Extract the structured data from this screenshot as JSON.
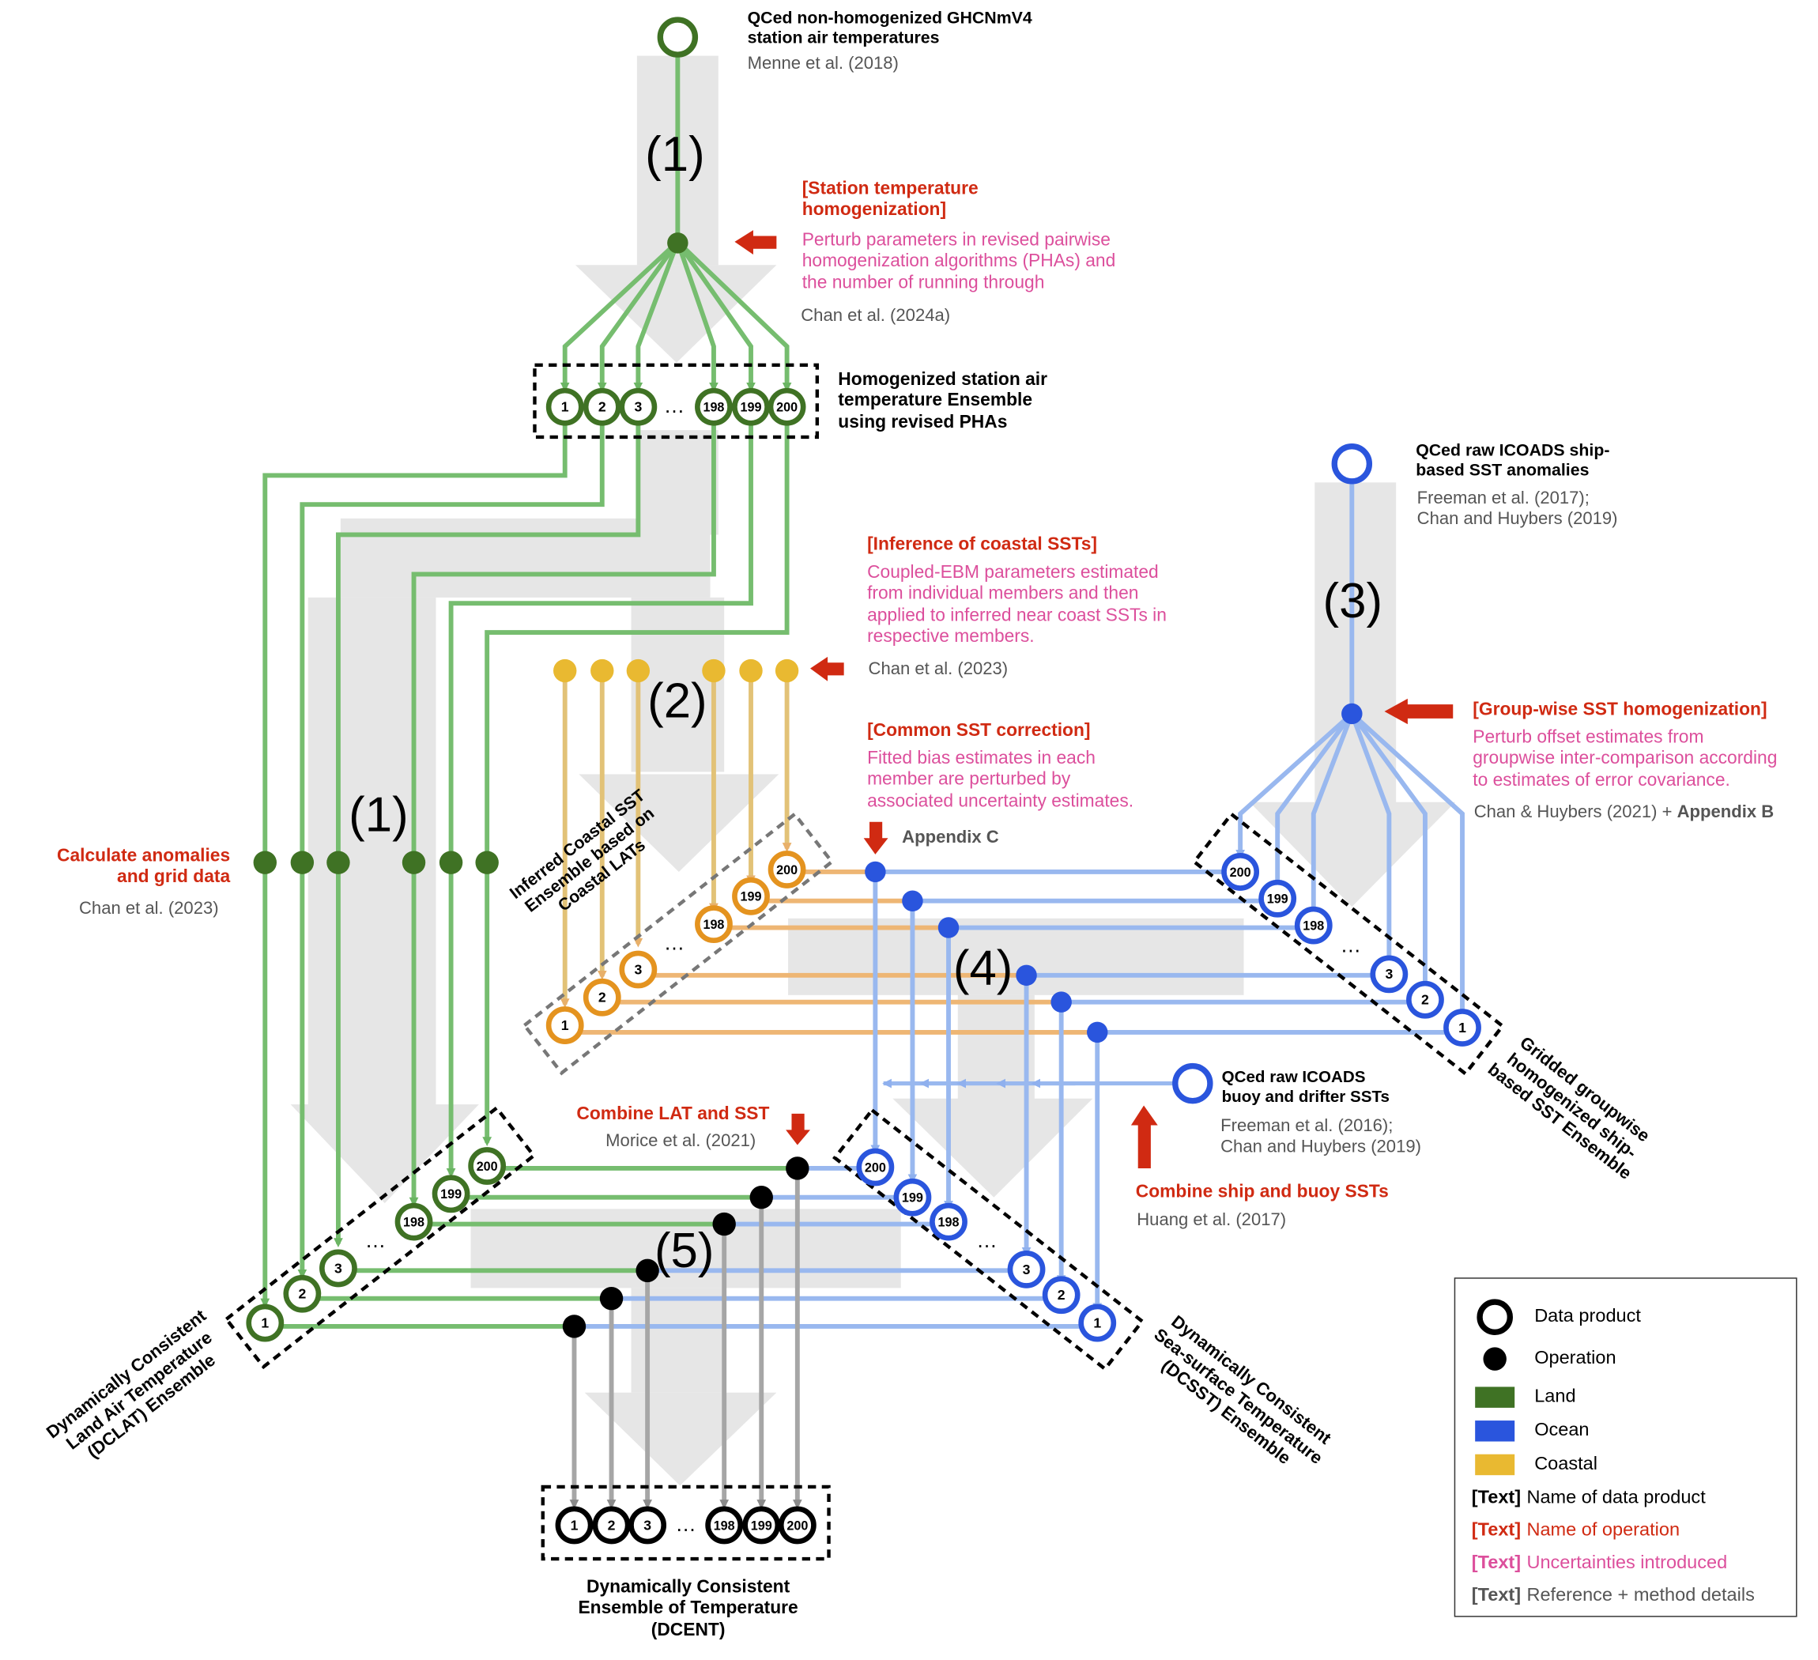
{
  "steps": [
    "(1)",
    "(2)",
    "(3)",
    "(4)",
    "(1)",
    "(5)"
  ],
  "inputs": {
    "ghcn": {
      "title_l1": "QCed non-homogenized GHCNmV4",
      "title_l2": "station air temperatures",
      "ref": "Menne et al. (2018)"
    },
    "icoads_ship": {
      "title_l1": "QCed raw ICOADS ship-",
      "title_l2": "based SST anomalies",
      "ref_l1": "Freeman et al. (2017);",
      "ref_l2": "Chan and Huybers (2019)"
    },
    "icoads_buoy": {
      "title_l1": "QCed raw ICOADS",
      "title_l2": "buoy and drifter SSTs",
      "ref_l1": "Freeman et al. (2016);",
      "ref_l2": "Chan and Huybers (2019)"
    }
  },
  "operations": {
    "station_homog": {
      "name_l1": "[Station temperature",
      "name_l2": "homogenization]",
      "unc_l1": "Perturb parameters in revised pairwise",
      "unc_l2": "homogenization algorithms (PHAs) and",
      "unc_l3": "the number of running through",
      "ref": "Chan et al. (2024a)"
    },
    "coastal": {
      "name": "[Inference of coastal SSTs]",
      "unc_l1": "Coupled-EBM parameters estimated",
      "unc_l2": "from individual members and then",
      "unc_l3": "applied to inferred near coast SSTs in",
      "unc_l4": "respective members.",
      "ref": "Chan et al. (2023)"
    },
    "common_sst": {
      "name": "[Common SST correction]",
      "unc_l1": "Fitted bias estimates in each",
      "unc_l2": "member are perturbed by",
      "unc_l3": "associated uncertainty estimates.",
      "ref": "Appendix C"
    },
    "groupwise": {
      "name": "[Group-wise SST homogenization]",
      "unc_l1": "Perturb offset estimates from",
      "unc_l2": "groupwise inter-comparison according",
      "unc_l3": "to estimates of error covariance.",
      "ref_a": "Chan & Huybers (2021) + ",
      "ref_b": "Appendix B"
    },
    "anomalies": {
      "name_l1": "Calculate anomalies",
      "name_l2": "and grid data",
      "ref": "Chan et al. (2023)"
    },
    "combine_lat_sst": {
      "name": "Combine LAT and SST",
      "ref": "Morice et al. (2021)"
    },
    "combine_ship_buoy": {
      "name": "Combine ship and buoy SSTs",
      "ref": "Huang et al. (2017)"
    }
  },
  "products": {
    "homog_station": {
      "l1": "Homogenized station air",
      "l2": "temperature Ensemble",
      "l3": "using revised PHAs"
    },
    "coastal_ens": {
      "l1": "Inferred Coastal SST",
      "l2": "Ensemble based on",
      "l3": "Coastal LATs"
    },
    "gridded_ship": {
      "l1": "Gridded groupwise",
      "l2": "homogenized ship-",
      "l3": "based SST Ensemble"
    },
    "dclat": {
      "l1": "Dynamically Consistent",
      "l2": "Land Air Temperature",
      "l3": "(DCLAT) Ensemble"
    },
    "dcsst": {
      "l1": "Dynamically Consistent",
      "l2": "Sea-surface Temperature",
      "l3": "(DCSST) Ensemble"
    },
    "dcent": {
      "l1": "Dynamically Consistent",
      "l2": "Ensemble of Temperature",
      "l3": "(DCENT)"
    }
  },
  "members": [
    "1",
    "2",
    "3",
    "198",
    "199",
    "200"
  ],
  "ellipsis": "…",
  "legend": {
    "data_product": "Data product",
    "operation": "Operation",
    "land": "Land",
    "ocean": "Ocean",
    "coastal": "Coastal",
    "bracket": "[Text]",
    "name_product": "Name of data product",
    "name_operation": "Name of operation",
    "uncertainties": "Uncertainties introduced",
    "reference": "Reference + method details"
  },
  "colors": {
    "land": "#3f7224",
    "land_line": "#76bd6f",
    "ocean": "#2a55dd",
    "ocean_line": "#99b8ef",
    "coastal": "#e9b931",
    "coastal_ring": "#e4931f",
    "coastal_line": "#eeb674",
    "operation_red": "#d02a12",
    "uncertainty_pink": "#dc4f9c",
    "reference_gray": "#555555"
  }
}
